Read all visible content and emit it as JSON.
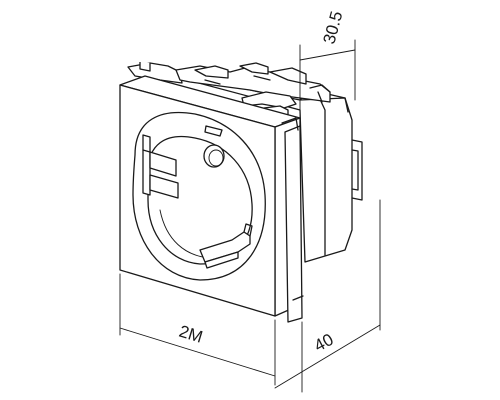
{
  "drawing": {
    "subject": "modular-socket-outlet-isometric",
    "stroke_color": "#1a1a1a",
    "background_color": "#ffffff"
  },
  "dimensions": {
    "depth_top": "30.5",
    "width_front": "2M",
    "depth_side": "40"
  }
}
